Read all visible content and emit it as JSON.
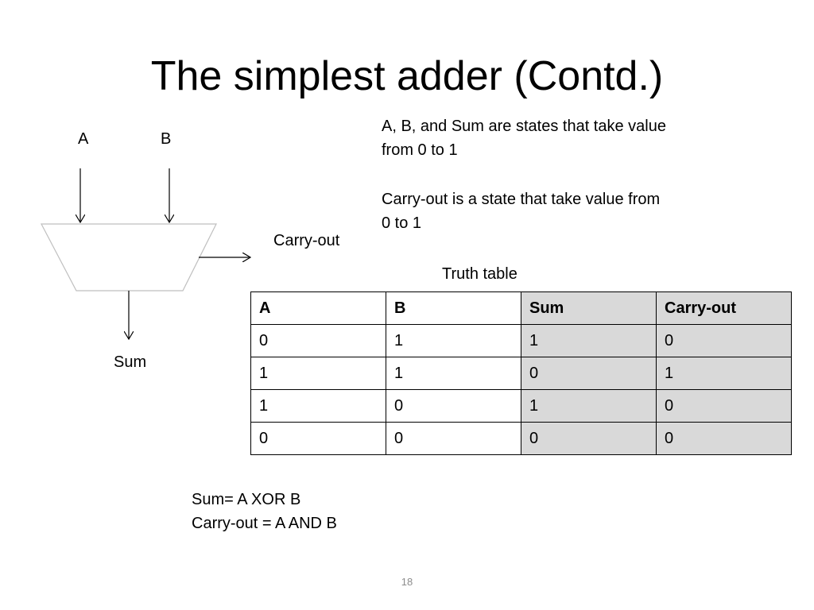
{
  "slide": {
    "title": "The simplest adder (Contd.)",
    "page_number": "18"
  },
  "diagram": {
    "input_a": "A",
    "input_b": "B",
    "output_sum": "Sum",
    "output_carry": "Carry-out"
  },
  "notes": {
    "line1": "A, B, and Sum are states that take value from 0 to 1",
    "line2": "Carry-out is a state that take value from 0 to 1"
  },
  "truth_table": {
    "caption": "Truth table",
    "headers": [
      "A",
      "B",
      "Sum",
      "Carry-out"
    ],
    "rows": [
      [
        "0",
        "1",
        "1",
        "0"
      ],
      [
        "1",
        "1",
        "0",
        "1"
      ],
      [
        "1",
        "0",
        "1",
        "0"
      ],
      [
        "0",
        "0",
        "0",
        "0"
      ]
    ]
  },
  "equations": {
    "sum": "Sum= A XOR B",
    "carry": "Carry-out = A AND B"
  }
}
